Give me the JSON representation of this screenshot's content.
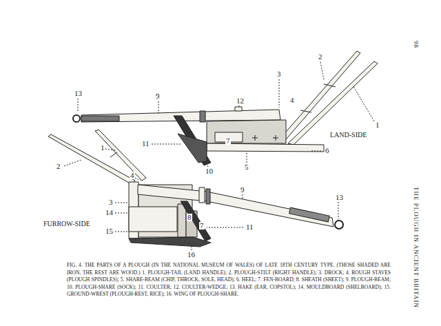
{
  "diagram": {
    "caption": "FIG. 4. THE PARTS OF A PLOUGH (IN THE NATIONAL MUSEUM OF WALES) OF LATE 18TH CENTURY TYPE. (THOSE SHADED ARE IRON, THE REST ARE WOOD.) 1. PLOUGH-TAIL (LAND HANDLE); 2. PLOUGH-STILT (RIGHT HANDLE); 3. DROCK; 4. ROUGH STAVES (PLOUGH SPINDLES); 5. SHARE-BEAM (CHIP, THROCK, SOLE, HEAD); 6. HEEL; 7. FEN-BOARD; 8. SHEATH (SHEET); 9. PLOUGH-BEAM; 10. PLOUGH-SHARE (SOCK); 11. COULTER; 12. COULTER-WEDGE; 13. HAKE (EAR, COPSTOL); 14. MOULDBOARD (SHELBOARD); 15. GROUND-WREST (PLOUGH-REST, RICE); 16. WING OF PLOUGH-SHARE.",
    "labels": [
      "13",
      "9",
      "12",
      "2",
      "3",
      "4",
      "1",
      "LAND-SIDE",
      "11",
      "7",
      "10",
      "5",
      "6",
      "2",
      "1",
      "4",
      "3",
      "14",
      "15",
      "FURROW-SIDE",
      "8",
      "7",
      "9",
      "11",
      "13",
      "16",
      "THE PLOUGH IN ANCIENT BRITAIN",
      "98"
    ]
  }
}
